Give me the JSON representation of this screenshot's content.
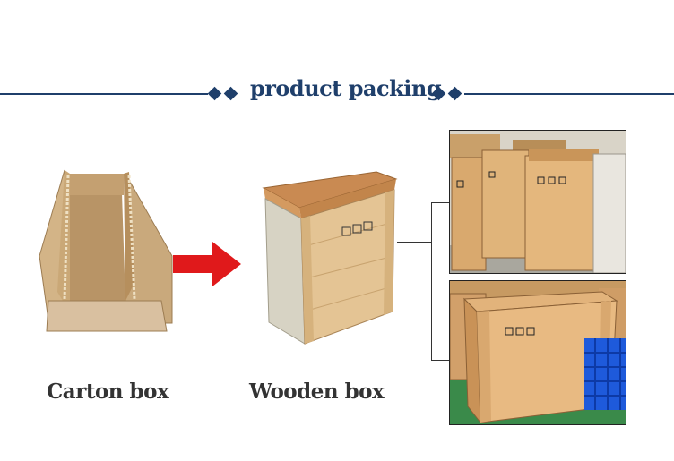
{
  "header": {
    "title": "product packing"
  },
  "items": {
    "carton": {
      "caption": "Carton box"
    },
    "wooden": {
      "caption": "Wooden box"
    }
  },
  "colors": {
    "accent": "#1f3f6b",
    "arrow": "#e0191b",
    "cardboard": "#c9a97c",
    "wood": "#e2be8c",
    "floor_green": "#3a8a4a",
    "pallet_blue": "#1e5adb"
  },
  "icons": {
    "left_ornament": "double-diamond-icon",
    "right_ornament": "double-diamond-icon",
    "transition": "red-arrow-icon"
  }
}
